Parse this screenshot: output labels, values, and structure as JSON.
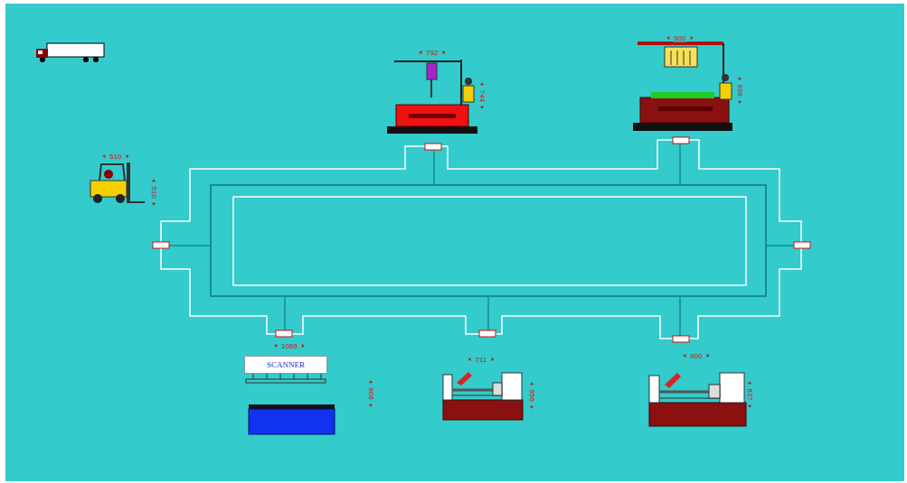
{
  "diagram": {
    "nodes": [
      {
        "text": [
          "SCANNER"
        ]
      }
    ],
    "labels": [
      "510",
      "510",
      "792",
      "744",
      "900",
      "996",
      "1069",
      "906",
      "711",
      "956",
      "900",
      "637"
    ]
  }
}
